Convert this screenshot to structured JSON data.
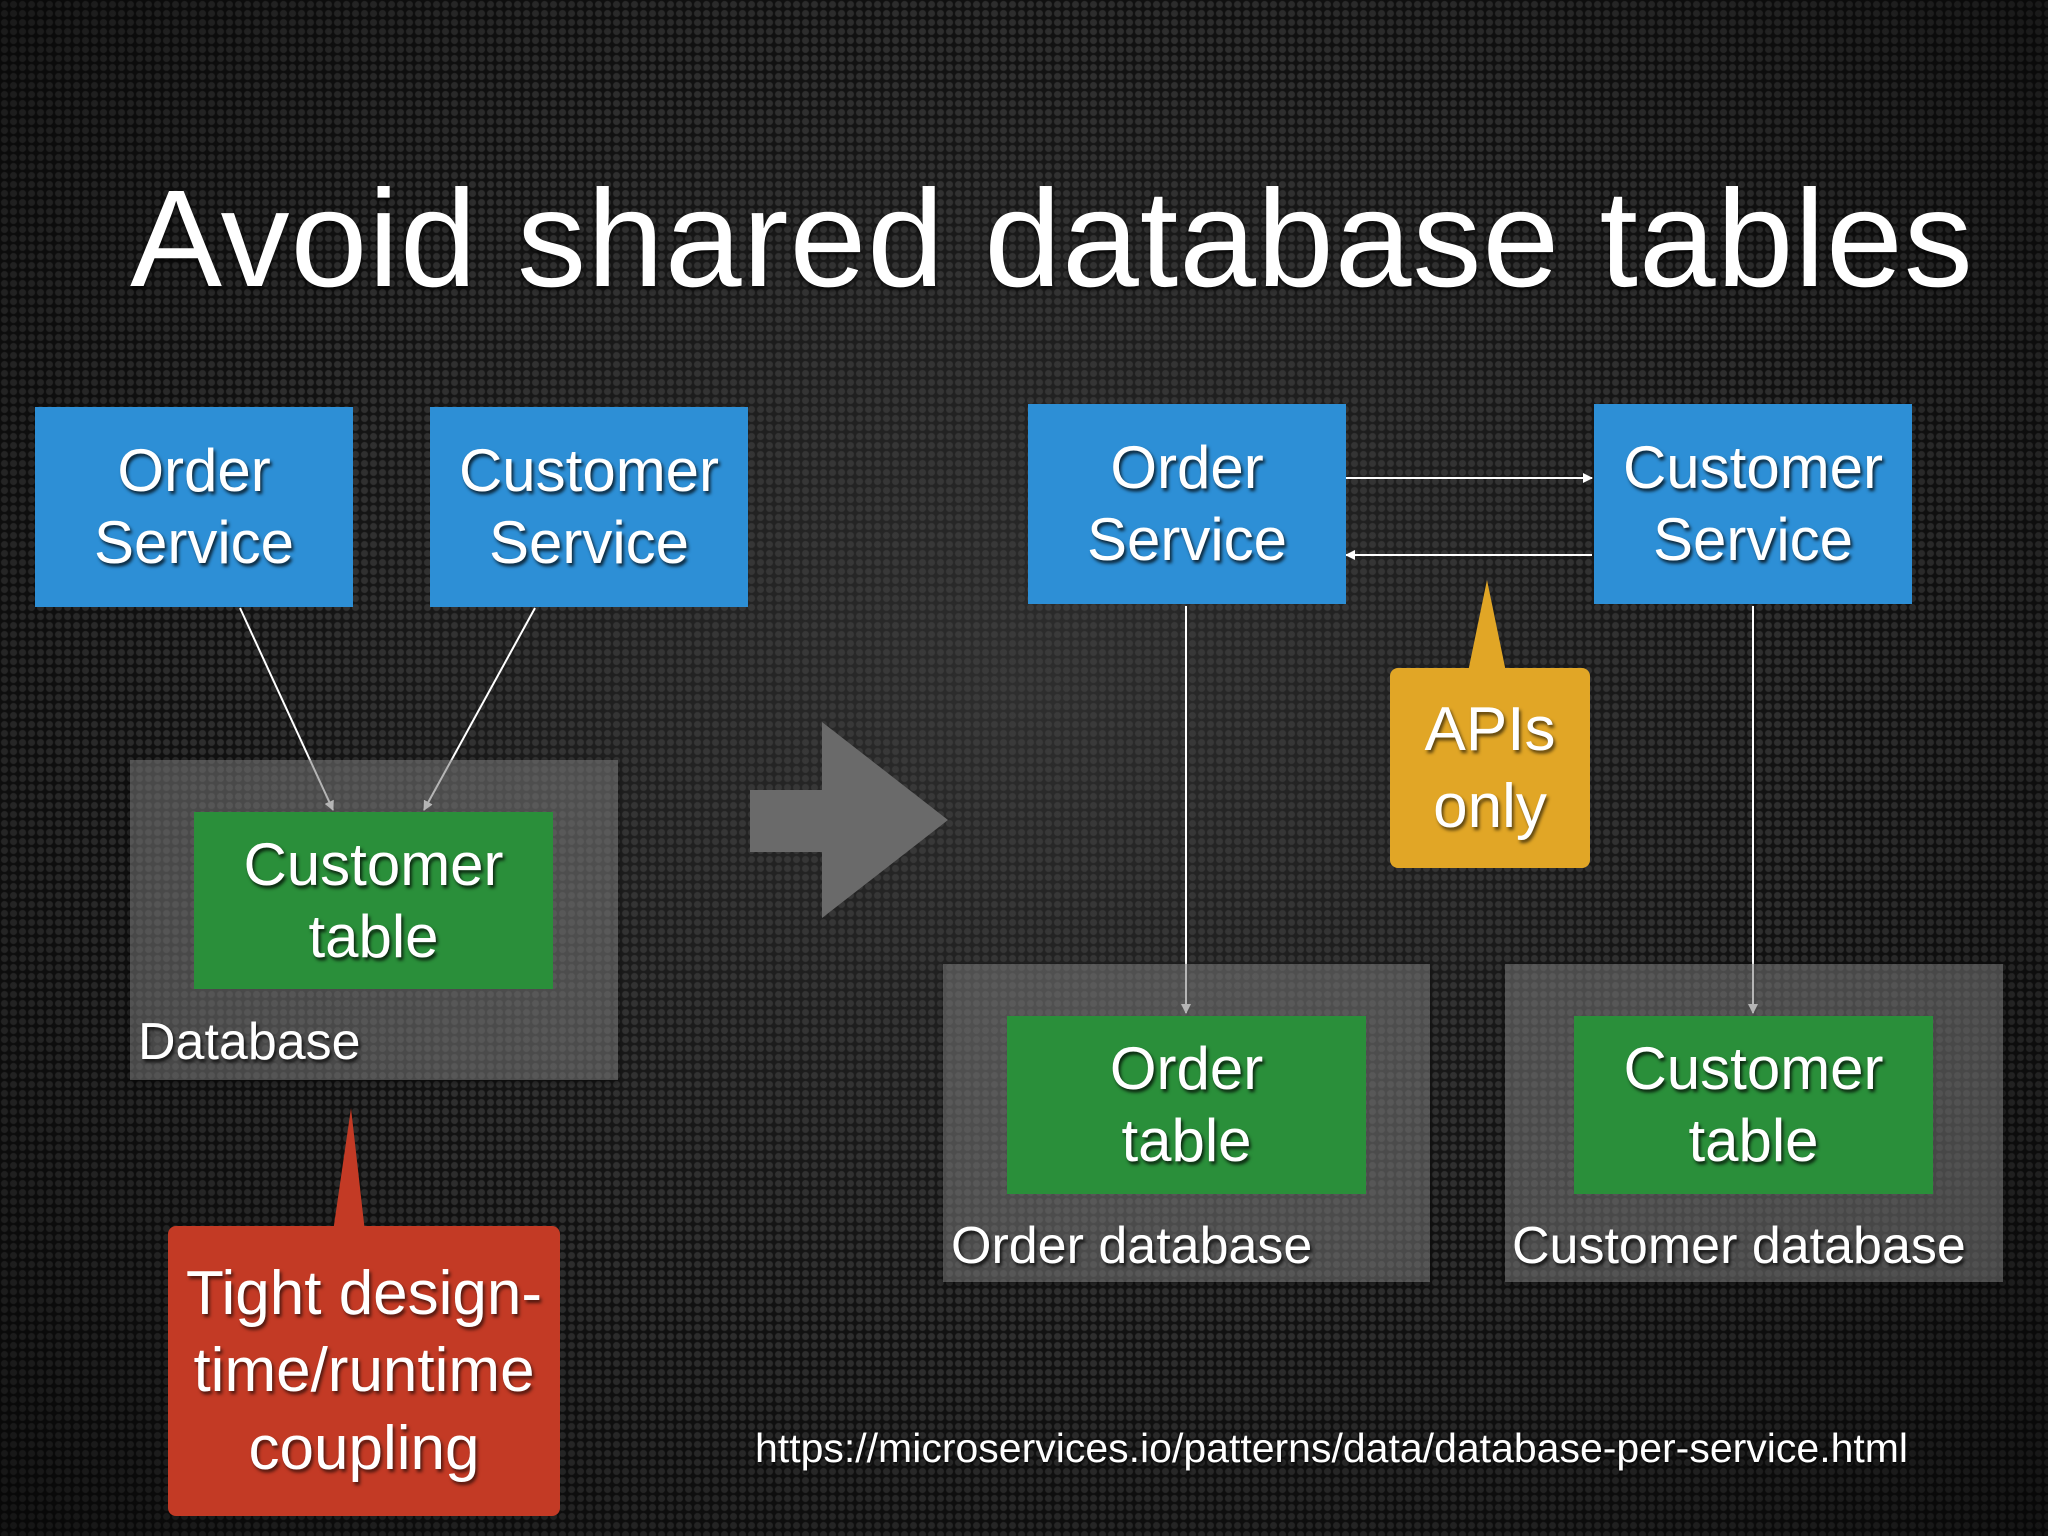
{
  "title": "Avoid shared database tables",
  "left": {
    "order_service": [
      "Order",
      "Service"
    ],
    "customer_service": [
      "Customer",
      "Service"
    ],
    "customer_table": [
      "Customer",
      "table"
    ],
    "database_label": "Database",
    "callout": [
      "Tight design-",
      "time/runtime",
      "coupling"
    ]
  },
  "right": {
    "order_service": [
      "Order",
      "Service"
    ],
    "customer_service": [
      "Customer",
      "Service"
    ],
    "order_table": [
      "Order",
      "table"
    ],
    "customer_table": [
      "Customer",
      "table"
    ],
    "order_database_label": "Order database",
    "customer_database_label": "Customer database",
    "callout": [
      "APIs",
      "only"
    ]
  },
  "url": "https://microservices.io/patterns/data/database-per-service.html",
  "colors": {
    "service": "#2d8fd6",
    "table": "#2a8f3a",
    "database": "#7a7a7a",
    "callout_red": "#c33a25",
    "callout_yellow": "#e1a626"
  }
}
